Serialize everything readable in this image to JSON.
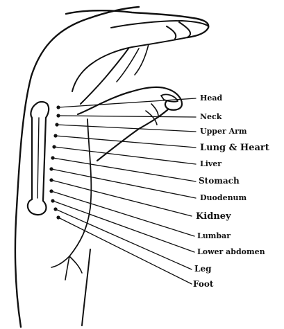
{
  "diagram": {
    "type": "reflex-point illustration",
    "subject": "second metacarpal bone of the hand",
    "ink_color": "#111111",
    "background": "#ffffff",
    "labels": [
      {
        "id": "head",
        "text": "Head"
      },
      {
        "id": "neck",
        "text": "Neck"
      },
      {
        "id": "upper-arm",
        "text": "Upper Arm"
      },
      {
        "id": "lung-heart",
        "text": "Lung & Heart"
      },
      {
        "id": "liver",
        "text": "Liver"
      },
      {
        "id": "stomach",
        "text": "Stomach"
      },
      {
        "id": "duodenum",
        "text": "Duodenum"
      },
      {
        "id": "kidney",
        "text": "Kidney"
      },
      {
        "id": "lumbar",
        "text": "Lumbar"
      },
      {
        "id": "lower-abdomen",
        "text": "Lower abdomen"
      },
      {
        "id": "leg",
        "text": "Leg"
      },
      {
        "id": "foot",
        "text": "Foot"
      }
    ]
  }
}
